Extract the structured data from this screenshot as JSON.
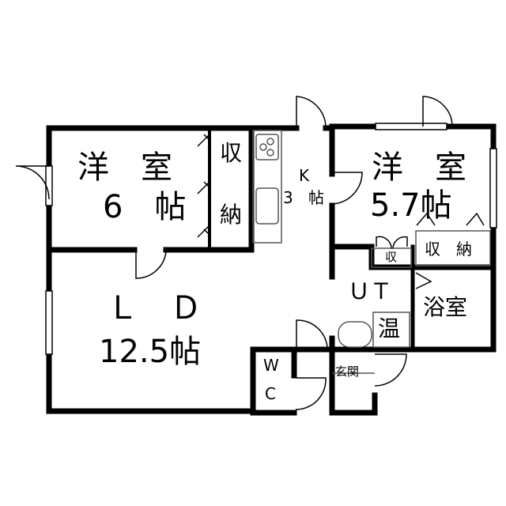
{
  "rooms": {
    "western1": {
      "name": "洋　室",
      "size": "6　帖"
    },
    "storage1": {
      "line1": "収",
      "line2": "納"
    },
    "kitchen": {
      "name": "K",
      "size_num": "3",
      "size_unit": "帖"
    },
    "western2": {
      "name": "洋　室",
      "size": "5.7帖"
    },
    "storage_small": {
      "name": "収"
    },
    "storage2": {
      "name": "収　納"
    },
    "ld": {
      "name": "Ｌ　Ｄ",
      "size": "12.5帖"
    },
    "ut": {
      "name": "ＵＴ"
    },
    "water_heater": {
      "name": "温"
    },
    "bath": {
      "name": "浴室"
    },
    "wc": {
      "line1": "W",
      "line2": "C"
    },
    "entrance": {
      "name": "玄関"
    }
  },
  "colors": {
    "wall": "#000000",
    "fixture": "#555555",
    "background": "#ffffff"
  }
}
